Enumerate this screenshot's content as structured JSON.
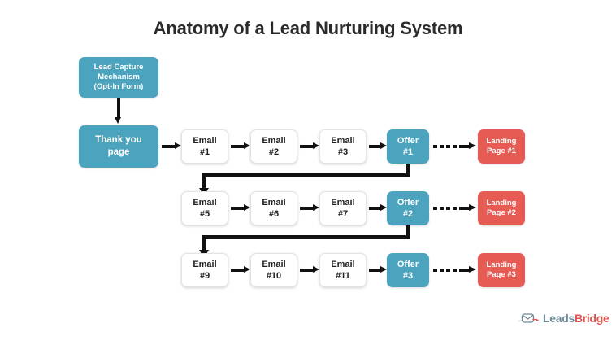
{
  "page": {
    "title": "Anatomy of a Lead Nurturing System",
    "background_color": "#ffffff"
  },
  "colors": {
    "teal": "#4BA3BD",
    "red": "#E65B54",
    "white_box": "#ffffff",
    "arrow": "#111111",
    "title_text": "#2b2b2b",
    "logo_leads": "#6E8A99",
    "logo_bridge": "#E0554F"
  },
  "diagram": {
    "type": "flowchart",
    "entry": {
      "lead_capture": {
        "line1": "Lead Capture",
        "line2": "Mechanism",
        "line3": "(Opt-In Form)",
        "color": "#4BA3BD"
      },
      "thank_you": {
        "line1": "Thank you",
        "line2": "page",
        "color": "#4BA3BD"
      }
    },
    "rows": [
      {
        "emails": [
          {
            "line1": "Email",
            "line2": "#1"
          },
          {
            "line1": "Email",
            "line2": "#2"
          },
          {
            "line1": "Email",
            "line2": "#3"
          }
        ],
        "offer": {
          "line1": "Offer",
          "line2": "#1",
          "color": "#4BA3BD"
        },
        "landing": {
          "line1": "Landing",
          "line2": "Page #1",
          "color": "#E65B54"
        }
      },
      {
        "emails": [
          {
            "line1": "Email",
            "line2": "#5"
          },
          {
            "line1": "Email",
            "line2": "#6"
          },
          {
            "line1": "Email",
            "line2": "#7"
          }
        ],
        "offer": {
          "line1": "Offer",
          "line2": "#2",
          "color": "#4BA3BD"
        },
        "landing": {
          "line1": "Landing",
          "line2": "Page #2",
          "color": "#E65B54"
        }
      },
      {
        "emails": [
          {
            "line1": "Email",
            "line2": "#9"
          },
          {
            "line1": "Email",
            "line2": "#10"
          },
          {
            "line1": "Email",
            "line2": "#11"
          }
        ],
        "offer": {
          "line1": "Offer",
          "line2": "#3",
          "color": "#4BA3BD"
        },
        "landing": {
          "line1": "Landing",
          "line2": "Page #3",
          "color": "#E65B54"
        }
      }
    ]
  },
  "logo": {
    "icon": "envelope-icon",
    "text_primary": "Leads",
    "text_secondary": "Bridge"
  }
}
